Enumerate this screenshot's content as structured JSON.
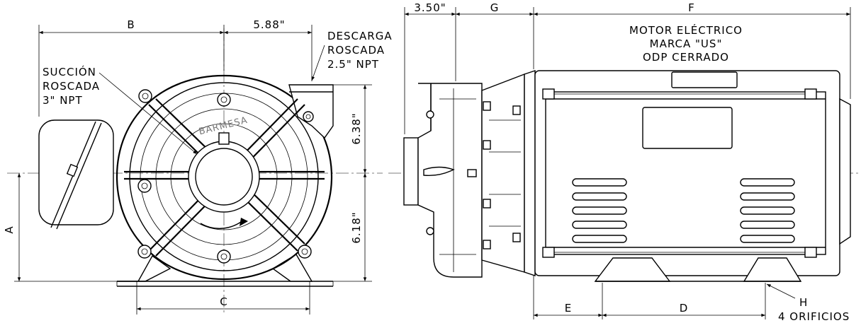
{
  "dimensions": {
    "front": {
      "B": "B",
      "discharge_offset": "5.88\"",
      "A": "A",
      "C": "C",
      "height_upper": "6.38\"",
      "height_lower": "6.18\""
    },
    "side": {
      "front_depth": "3.50\"",
      "G": "G",
      "F": "F",
      "E": "E",
      "D": "D",
      "H": "H"
    }
  },
  "labels": {
    "discharge": [
      "DESCARGA",
      "ROSCADA",
      "2.5\" NPT"
    ],
    "suction": [
      "SUCCIÓN",
      "ROSCADA",
      "3\" NPT"
    ],
    "motor": [
      "MOTOR ELÉCTRICO",
      "MARCA \"US\"",
      "ODP CERRADO"
    ],
    "brand": "BARMESA",
    "holes": "4 ORIFICIOS"
  }
}
